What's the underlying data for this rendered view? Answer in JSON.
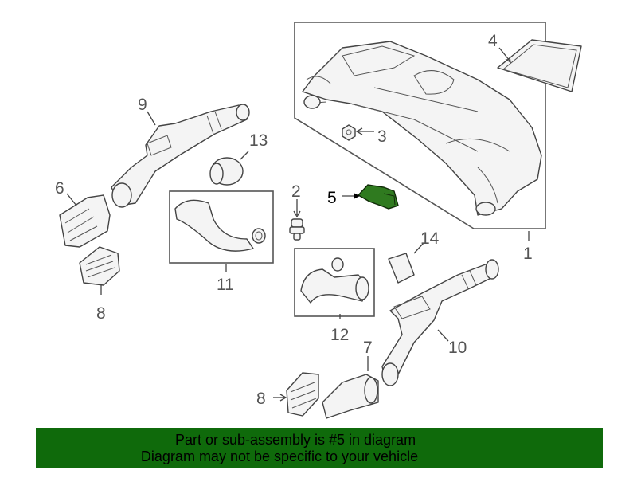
{
  "diagram": {
    "callouts": {
      "p1": "1",
      "p2": "2",
      "p3": "3",
      "p4": "4",
      "p5": "5",
      "p6": "6",
      "p7": "7",
      "p8a": "8",
      "p8b": "8",
      "p9": "9",
      "p10": "10",
      "p11": "11",
      "p12": "12",
      "p13": "13",
      "p14": "14"
    },
    "highlight_color": "#2f7a1f"
  },
  "banner": {
    "line1": "Part or sub-assembly is #5 in diagram",
    "line2": "Diagram may not be specific to your vehicle",
    "color": "#0f6a0b"
  }
}
